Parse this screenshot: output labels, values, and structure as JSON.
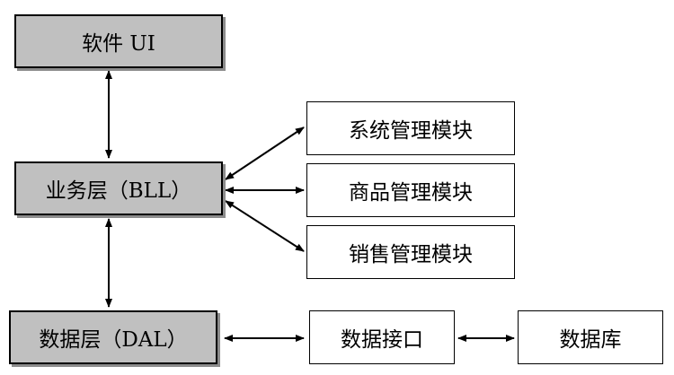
{
  "diagram": {
    "software_ui": "软件 UI",
    "business_layer": "业务层（BLL）",
    "data_layer": "数据层（DAL）",
    "system_module": "系统管理模块",
    "product_module": "商品管理模块",
    "sales_module": "销售管理模块",
    "data_interface": "数据接口",
    "database": "数据库"
  }
}
